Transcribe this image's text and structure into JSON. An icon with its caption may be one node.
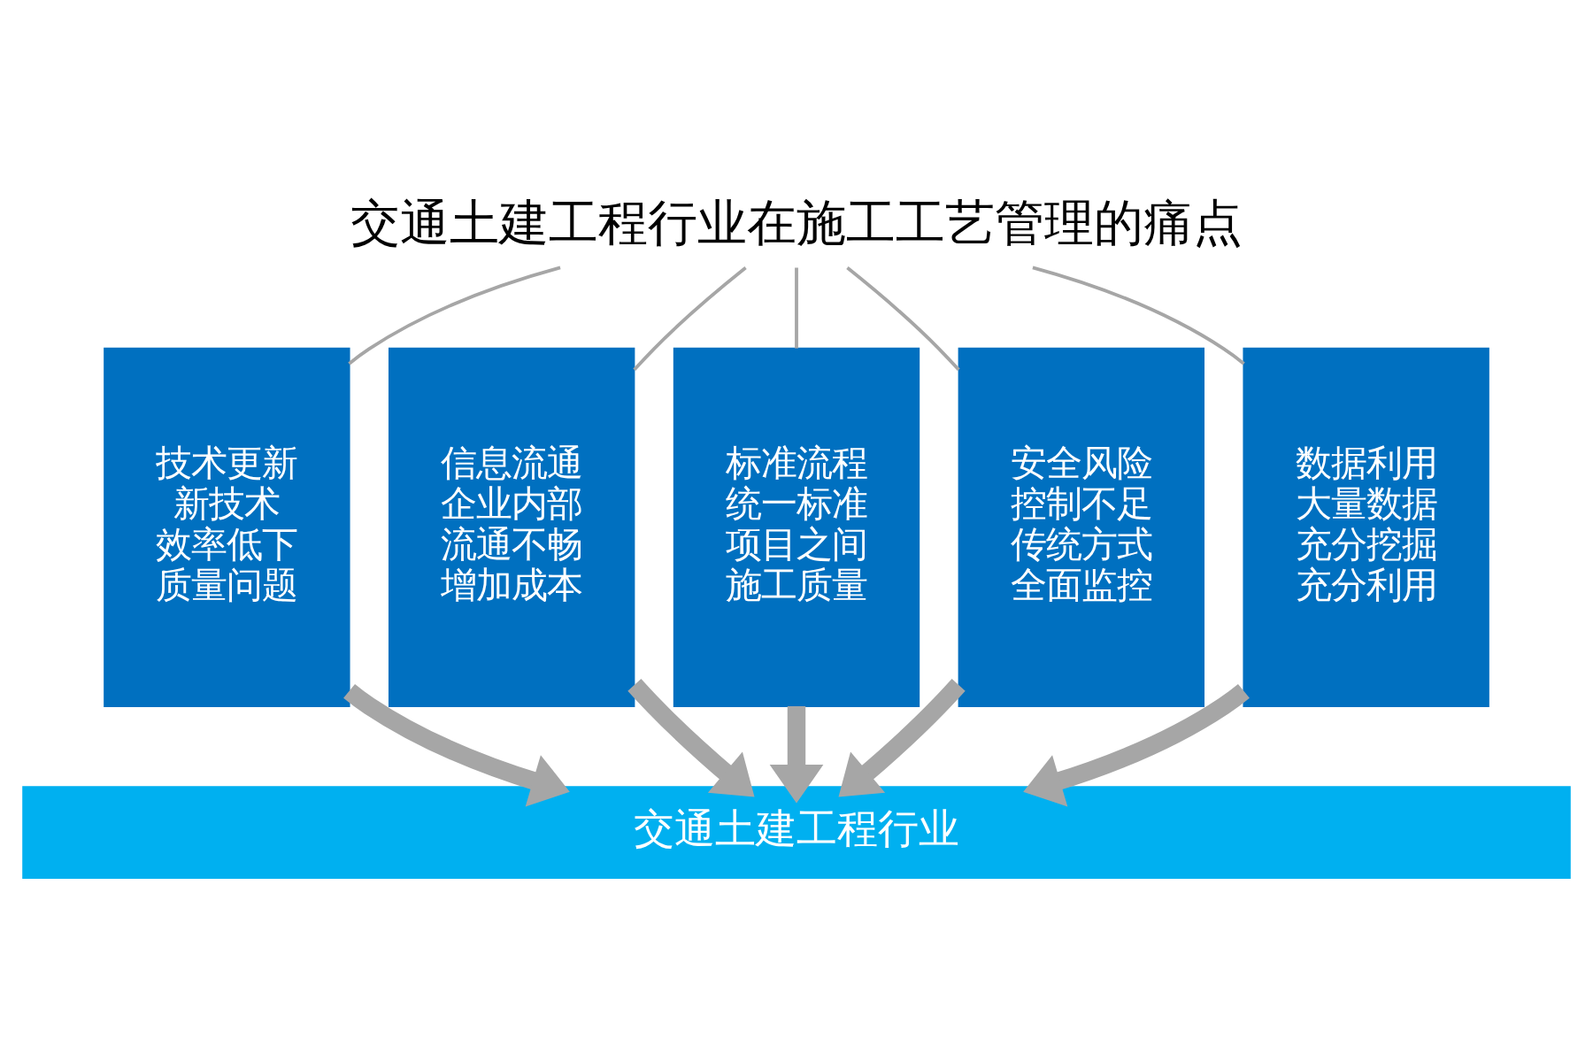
{
  "diagram": {
    "nodes": [
      {
        "text": [
          "交通土建工程行业在施工工艺管理的痛点"
        ]
      },
      {
        "text": [
          "技术更新",
          "新技术",
          "效率低下",
          "质量问题"
        ]
      },
      {
        "text": [
          "信息流通",
          "企业内部",
          "流通不畅",
          "增加成本"
        ]
      },
      {
        "text": [
          "标准流程",
          "统一标准",
          "项目之间",
          "施工质量"
        ]
      },
      {
        "text": [
          "安全风险",
          "控制不足",
          "传统方式",
          "全面监控"
        ]
      },
      {
        "text": [
          "数据利用",
          "大量数据",
          "充分挖掘",
          "充分利用"
        ]
      },
      {
        "text": [
          "交通土建工程行业"
        ]
      }
    ],
    "edges": [
      {
        "from": 0,
        "to": 1,
        "arrow": "none"
      },
      {
        "from": 0,
        "to": 2,
        "arrow": "none"
      },
      {
        "from": 0,
        "to": 3,
        "arrow": "none"
      },
      {
        "from": 0,
        "to": 4,
        "arrow": "none"
      },
      {
        "from": 0,
        "to": 5,
        "arrow": "none"
      },
      {
        "from": 1,
        "to": 6,
        "arrow": "to",
        "style": "thick"
      },
      {
        "from": 2,
        "to": 6,
        "arrow": "to",
        "style": "thick"
      },
      {
        "from": 3,
        "to": 6,
        "arrow": "to",
        "style": "thick"
      },
      {
        "from": 4,
        "to": 6,
        "arrow": "to",
        "style": "thick"
      },
      {
        "from": 5,
        "to": 6,
        "arrow": "to",
        "style": "thick"
      }
    ]
  }
}
